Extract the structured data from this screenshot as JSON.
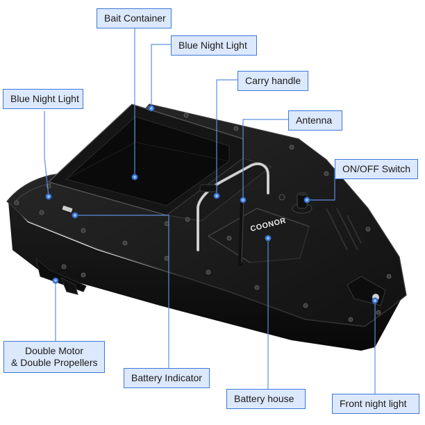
{
  "brand": "COONOR",
  "callouts": {
    "bait_container": "Bait Container",
    "blue_night_light_top": "Blue Night Light",
    "carry_handle": "Carry handle",
    "blue_night_light_left": "Blue Night Light",
    "antenna": "Antenna",
    "onoff_switch": "ON/OFF Switch",
    "double_motor_line1": "Double Motor",
    "double_motor_line2": "& Double Propellers",
    "battery_indicator": "Battery Indicator",
    "battery_house": "Battery house",
    "front_night_light": "Front night light"
  },
  "colors": {
    "callout_fill": "#dce8fb",
    "callout_border": "#3a78d8",
    "leader_line": "#5b8fe0",
    "hull": "#131313"
  }
}
